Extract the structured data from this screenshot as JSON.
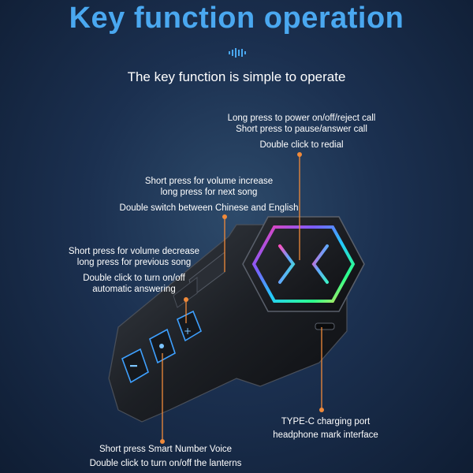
{
  "header": {
    "title": "Key function operation",
    "subtitle": "The key function is simple to operate"
  },
  "annotations": {
    "power": {
      "line1": "Long press to power on/off/reject call",
      "line2": "Short press to pause/answer call",
      "line3": "Double click to redial"
    },
    "volume_up": {
      "line1": "Short press for volume increase",
      "line2": "long press for next song",
      "line3": "Double switch between Chinese and English"
    },
    "volume_down": {
      "line1": "Short press for volume decrease",
      "line2": "long press for previous song",
      "line3": "Double click to turn on/off",
      "line4": "automatic answering"
    },
    "port": {
      "line1": "TYPE-C charging port",
      "line2": "headphone mark interface"
    },
    "voice": {
      "line1": "Short press Smart Number Voice",
      "line2": "Double click to turn on/off the lanterns"
    }
  },
  "colors": {
    "title": "#4aa8f0",
    "accent_line": "#f08a3a",
    "button_glow": "#3ea0ff"
  },
  "icons": [
    "sound-wave-icon",
    "x-logo-icon",
    "plus-icon",
    "minus-icon",
    "microphone-icon"
  ]
}
